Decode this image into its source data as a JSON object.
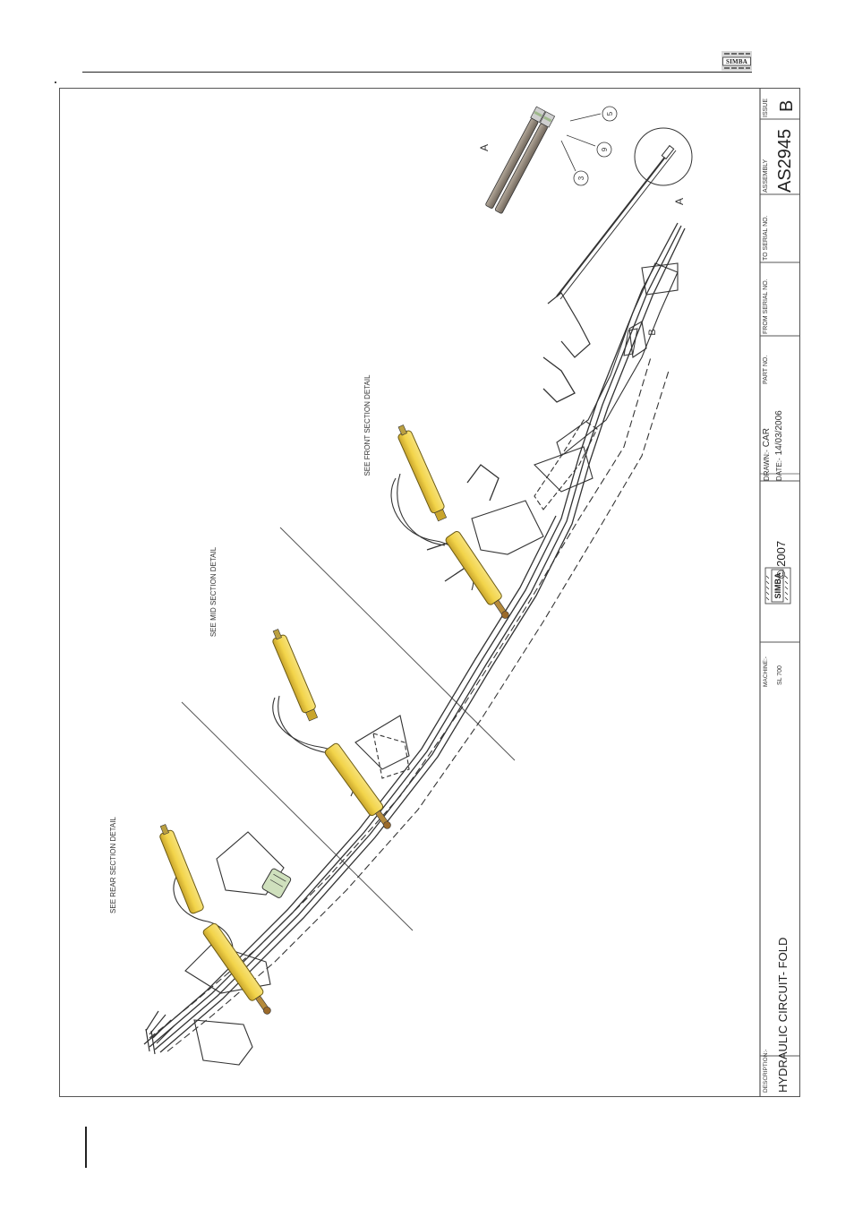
{
  "header": {
    "logo_text": "SIMBA"
  },
  "drawing": {
    "notes": {
      "rear": "SEE REAR SECTION DETAIL",
      "mid": "SEE MID SECTION DETAIL",
      "front": "SEE FRONT SECTION DETAIL"
    },
    "labels": {
      "detail_a_view": "A",
      "detail_a_ref": "A",
      "detail_b": "B"
    },
    "balloons": [
      "5",
      "9",
      "3"
    ]
  },
  "title_block": {
    "description_label": "DESCRIPTION:-",
    "description": "HYDRAULIC CIRCUIT- FOLD",
    "machine_label": "MACHINE:-",
    "machine": "SL 700",
    "logo_text": "SIMBA",
    "copyright": "© 2007",
    "drawn_label": "DRAWN:-",
    "drawn": "CAR",
    "date_label": "DATE:-",
    "date": "14/03/2006",
    "part_no_label": "PART NO.",
    "from_serial_label": "FROM SERIAL NO.",
    "to_serial_label": "TO SERIAL NO.",
    "assembly_label": "ASSEMBLY",
    "assembly": "AS2945",
    "issue_label": "ISSUE",
    "issue": "B"
  },
  "colors": {
    "cylinder": "#f2d44a",
    "cylinder_shade": "#c9a52c",
    "line": "#333333",
    "pipe_detail": "#8a7f72",
    "fitting": "#9fb98c"
  }
}
